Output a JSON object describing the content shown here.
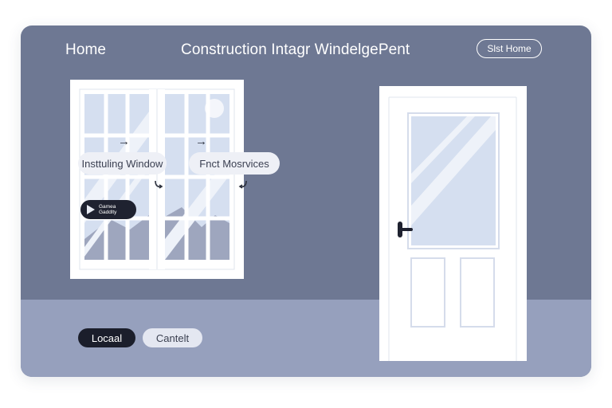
{
  "header": {
    "home_label": "Home",
    "title": "Construction Intagr WindelgePent",
    "start_button_label": "Slst Home"
  },
  "window_panel": {
    "label_install": "Insttuling Window",
    "label_services": "Fnct Mosrvices",
    "badge_line1": "Gamea",
    "badge_line2": "Gaddlty"
  },
  "actions": {
    "local_label": "Locaal",
    "cancel_label": "Cantelt"
  },
  "colors": {
    "background": "#6e7893",
    "floor": "#96a0bd",
    "glass": "#d5dff0",
    "frame": "#ffffff",
    "dark_button": "#1b1e2b"
  },
  "icons": [
    "arrow-right-icon",
    "curved-arrow-icon",
    "play-icon",
    "door-handle-icon",
    "sun-icon"
  ]
}
